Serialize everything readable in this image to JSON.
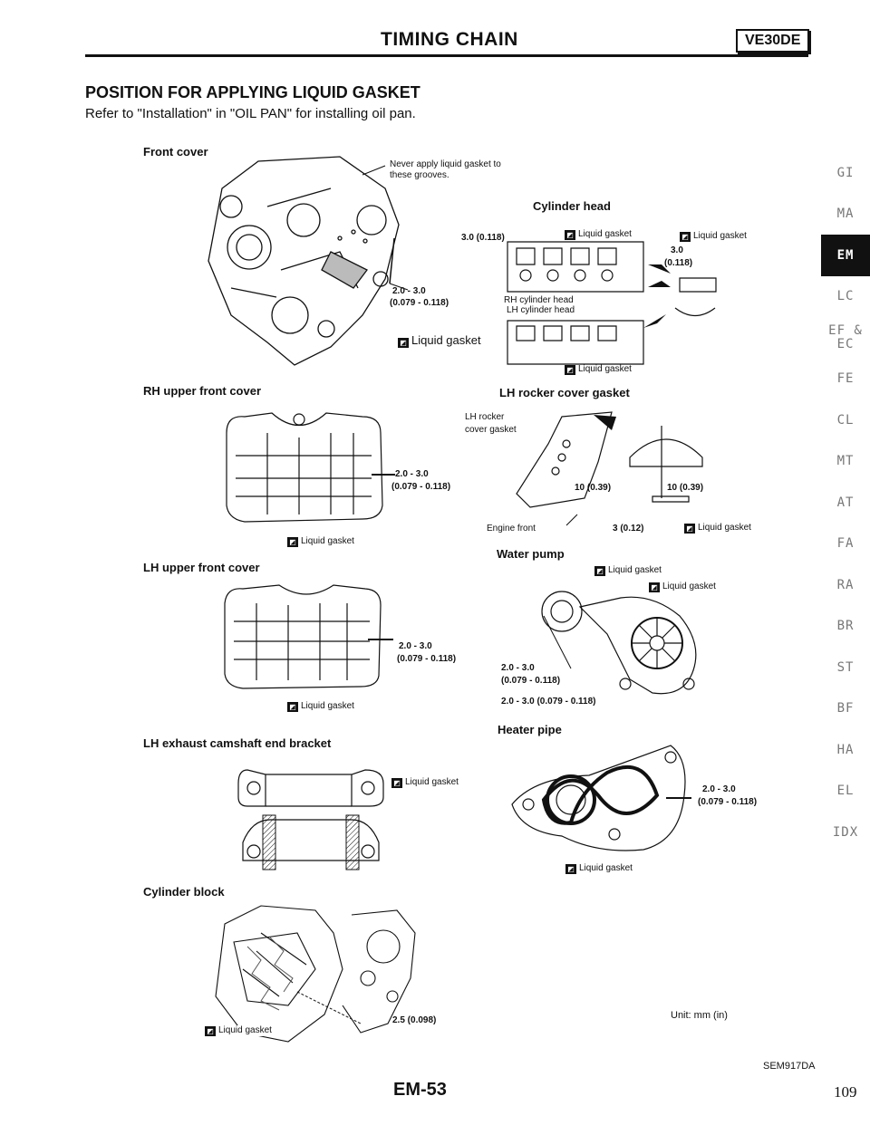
{
  "header": {
    "title": "TIMING CHAIN",
    "badge": "VE30DE"
  },
  "section": {
    "title": "POSITION FOR APPLYING LIQUID GASKET",
    "subtitle": "Refer to \"Installation\" in \"OIL PAN\" for installing oil pan."
  },
  "figures": {
    "front_cover": {
      "title": "Front cover",
      "note": "Never apply liquid gasket to these grooves.",
      "dim_1": "2.0 - 3.0",
      "dim_2": "(0.079 - 0.118)",
      "gasket": "Liquid gasket"
    },
    "cylinder_head": {
      "title": "Cylinder head",
      "dim_left": "3.0 (0.118)",
      "gasket_1": "Liquid gasket",
      "gasket_2": "Liquid gasket",
      "dim_right_1": "3.0",
      "dim_right_2": "(0.118)",
      "rh_head": "RH cylinder head",
      "lh_head": "LH cylinder head",
      "gasket_3": "Liquid gasket"
    },
    "rh_upper_front_cover": {
      "title": "RH upper front cover",
      "dim_1": "2.0 - 3.0",
      "dim_2": "(0.079 - 0.118)",
      "gasket": "Liquid gasket"
    },
    "lh_rocker_cover_gasket": {
      "title": "LH rocker cover gasket",
      "label_1": "LH rocker",
      "label_2": "cover gasket",
      "dim_a": "10 (0.39)",
      "dim_b": "10 (0.39)",
      "dim_c": "3 (0.12)",
      "engine_front": "Engine front",
      "gasket": "Liquid gasket"
    },
    "lh_upper_front_cover": {
      "title": "LH upper front cover",
      "dim_1": "2.0 - 3.0",
      "dim_2": "(0.079 - 0.118)",
      "gasket": "Liquid gasket"
    },
    "water_pump": {
      "title": "Water pump",
      "gasket_1": "Liquid gasket",
      "gasket_2": "Liquid gasket",
      "dim_1": "2.0 - 3.0",
      "dim_2": "(0.079 - 0.118)",
      "dim_3": "2.0 - 3.0 (0.079 - 0.118)"
    },
    "lh_exhaust_camshaft": {
      "title": "LH exhaust camshaft end bracket",
      "gasket": "Liquid gasket"
    },
    "heater_pipe": {
      "title": "Heater pipe",
      "dim_1": "2.0 - 3.0",
      "dim_2": "(0.079 - 0.118)",
      "gasket": "Liquid gasket"
    },
    "cylinder_block": {
      "title": "Cylinder block",
      "gasket": "Liquid gasket",
      "dim": "2.5 (0.098)"
    }
  },
  "unit_note": "Unit: mm (in)",
  "figure_code": "SEM917DA",
  "side_tabs": [
    "GI",
    "MA",
    "EM",
    "LC",
    "EF &\nEC",
    "FE",
    "CL",
    "MT",
    "AT",
    "FA",
    "RA",
    "BR",
    "ST",
    "BF",
    "HA",
    "EL",
    "IDX"
  ],
  "active_tab": "EM",
  "footer": {
    "code": "EM-53",
    "page": "109"
  }
}
